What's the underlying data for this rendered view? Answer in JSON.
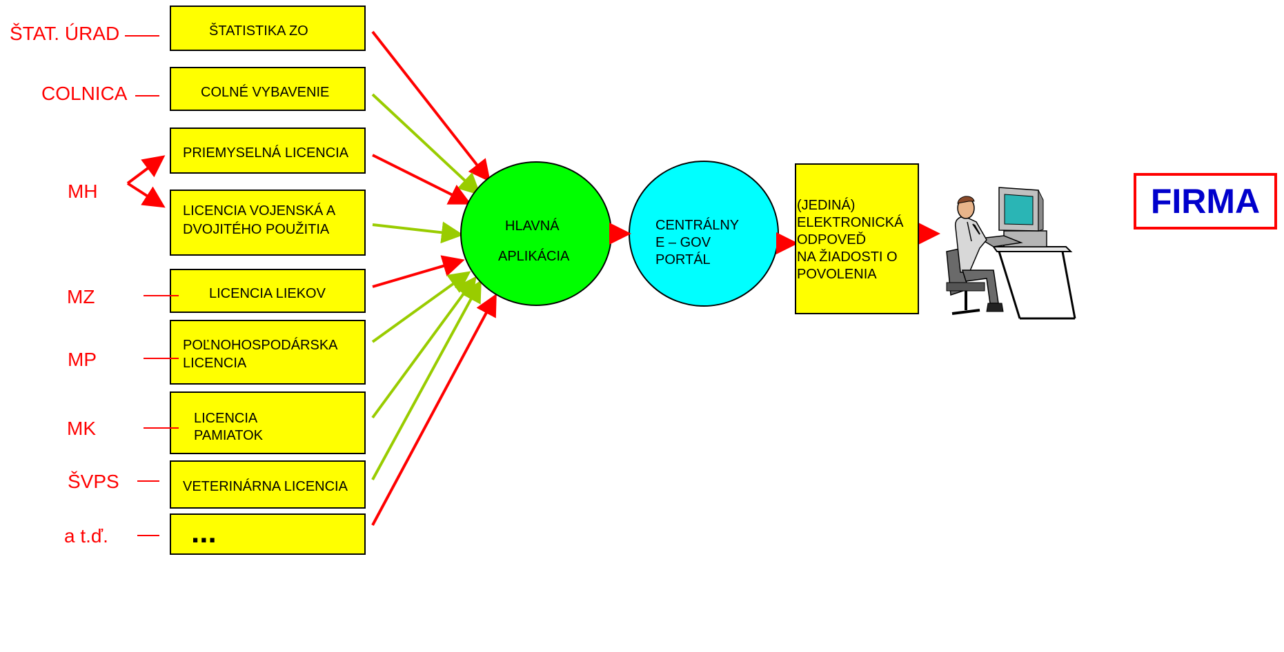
{
  "sources": [
    {
      "agency": "ŠTAT. ÚRAD",
      "service": "ŠTATISTIKA ZO"
    },
    {
      "agency": "COLNICA",
      "service": "COLNÉ  VYBAVENIE"
    },
    {
      "agency": "MH",
      "service": "PRIEMYSELNÁ LICENCIA"
    },
    {
      "agency": "",
      "service_lines": [
        "LICENCIA VOJENSKÁ A",
        "DVOJITÉHO POUŽITIA"
      ]
    },
    {
      "agency": "MZ",
      "service": "LICENCIA  LIEKOV"
    },
    {
      "agency": "MP",
      "service_lines": [
        "POĽNOHOSPODÁRSKA",
        "LICENCIA"
      ]
    },
    {
      "agency": "MK",
      "service_lines": [
        "LICENCIA",
        "PAMIATOK"
      ]
    },
    {
      "agency": "ŠVPS",
      "service": "VETERINÁRNA LICENCIA"
    },
    {
      "agency": "a t.ď.",
      "service": "..."
    }
  ],
  "hub": {
    "line1": "HLAVNÁ",
    "line2": "APLIKÁCIA",
    "color": "#00ff00"
  },
  "portal": {
    "lines": [
      "CENTRÁLNY",
      "E – GOV",
      "PORTÁL"
    ],
    "color": "#00ffff"
  },
  "response": {
    "lines": [
      "(JEDINÁ)",
      "ELEKTRONICKÁ",
      "ODPOVEĎ",
      "NA ŽIADOSTI O",
      "POVOLENIA"
    ]
  },
  "firma": {
    "label": "FIRMA"
  },
  "colors": {
    "box": "#ffff00",
    "red_arrow": "#ff0000",
    "green_arrow": "#99cc00",
    "firma_text": "#0000cc"
  }
}
